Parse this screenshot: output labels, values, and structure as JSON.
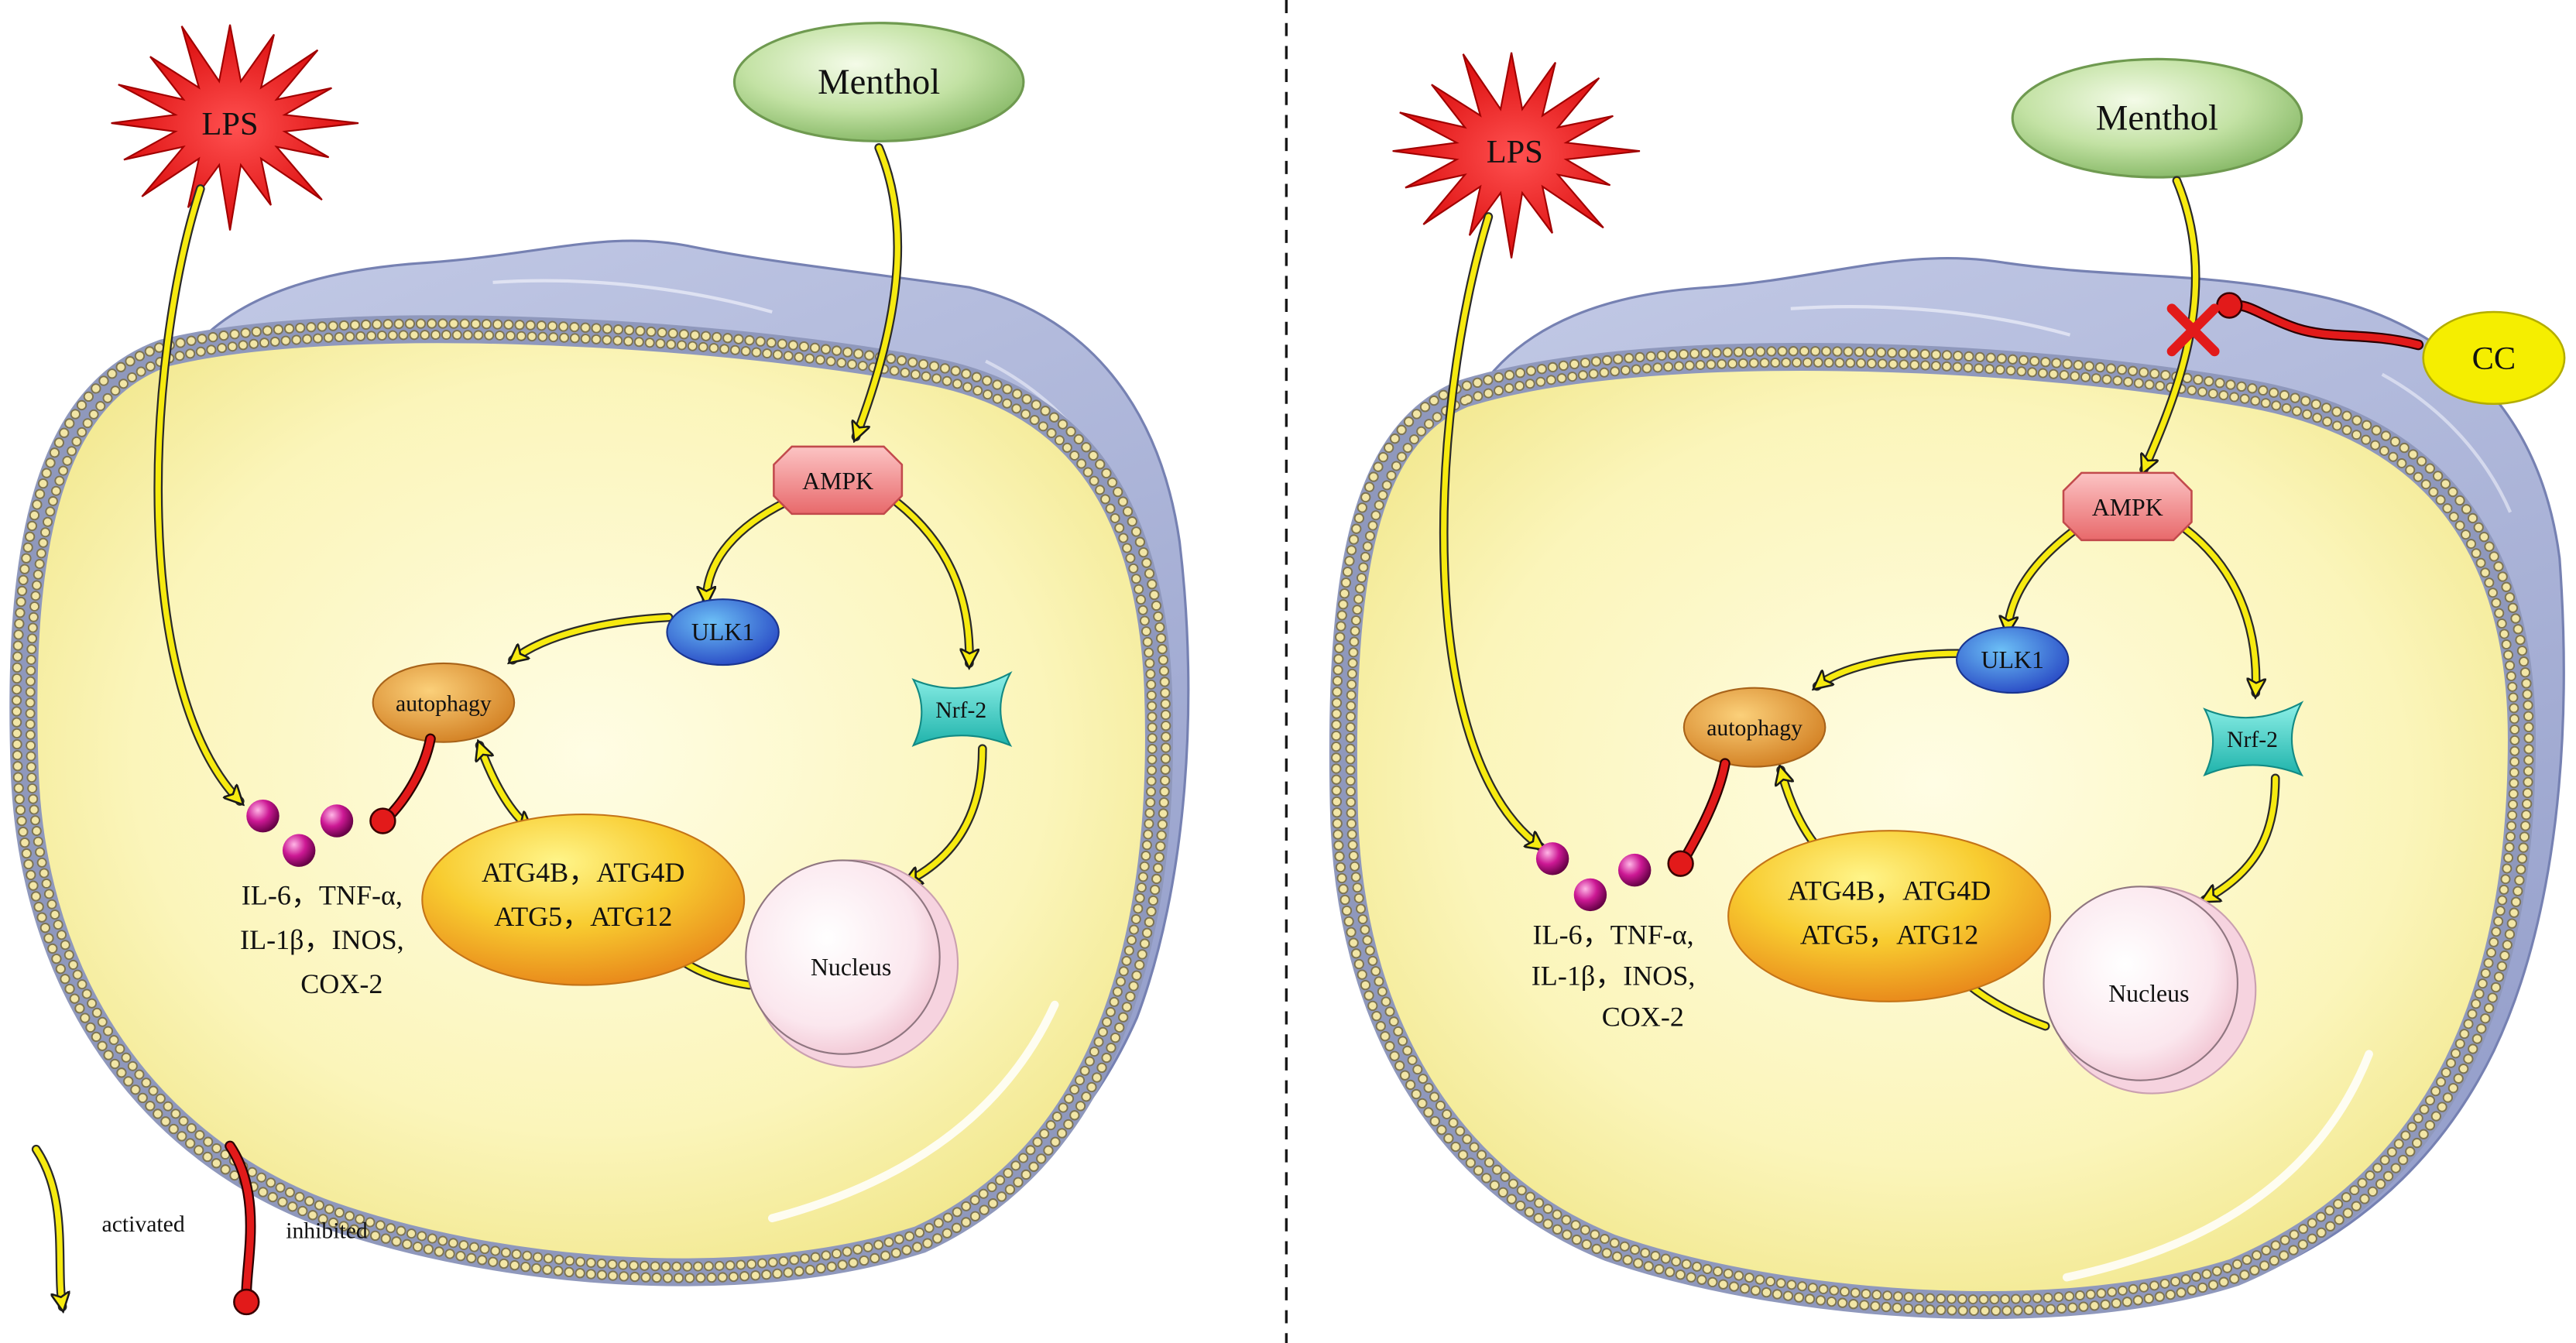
{
  "panels": {
    "left": {
      "lps": "LPS",
      "menthol": "Menthol",
      "ampk": "AMPK",
      "ulk1": "ULK1",
      "autophagy": "autophagy",
      "nrf2": "Nrf-2",
      "atg": [
        "ATG4B，ATG4D",
        "ATG5，ATG12"
      ],
      "nucleus": "Nucleus",
      "cytokines": [
        "IL-6，TNF-α,",
        "IL-1β，INOS,",
        "COX-2"
      ]
    },
    "right": {
      "lps": "LPS",
      "menthol": "Menthol",
      "cc": "CC",
      "ampk": "AMPK",
      "ulk1": "ULK1",
      "autophagy": "autophagy",
      "nrf2": "Nrf-2",
      "atg": [
        "ATG4B，ATG4D",
        "ATG5，ATG12"
      ],
      "nucleus": "Nucleus",
      "cytokines": [
        "IL-6，TNF-α,",
        "IL-1β，INOS,",
        "COX-2"
      ]
    }
  },
  "legend": {
    "activated": "activated",
    "inhibited": "inhibited"
  },
  "colors": {
    "activation_arrow": "#f6ea10",
    "inhibition": "#e21a1a",
    "lps_star": "#e00000",
    "menthol": "#9fcb7c",
    "ampk": "#ee7f7f",
    "ulk1": "#2f62d4",
    "autophagy": "#e89a38",
    "nrf2": "#33c8c0",
    "atg_complex": "#f6c22c",
    "nucleus": "#f8d9e3",
    "cytokine_dots": "#c0108a",
    "cc": "#f5ee00",
    "cytoplasm": "#f8f1a8",
    "tissue": "#a9b2d8"
  }
}
